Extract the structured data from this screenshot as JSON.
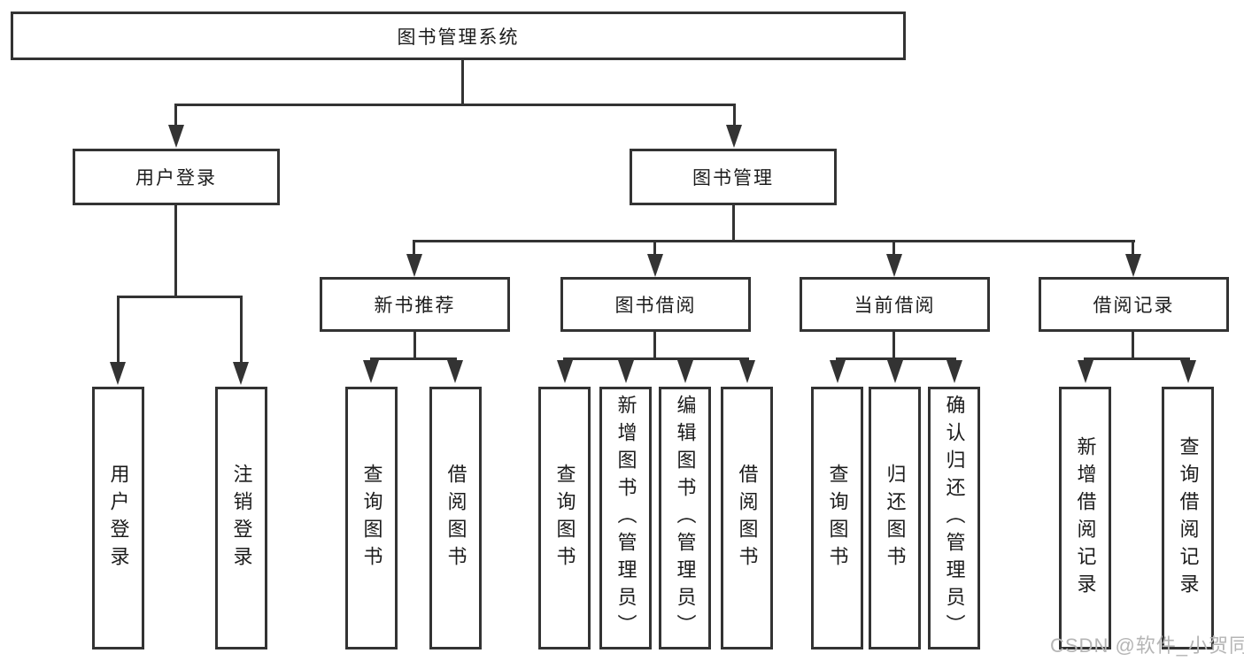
{
  "nodes": {
    "root": {
      "label": "图书管理系统"
    },
    "user_login": {
      "label": "用户登录"
    },
    "book_mgmt": {
      "label": "图书管理"
    },
    "new_book_rec": {
      "label": "新书推荐"
    },
    "book_borrow": {
      "label": "图书借阅"
    },
    "current_borrow": {
      "label": "当前借阅"
    },
    "borrow_record": {
      "label": "借阅记录"
    },
    "leaf_user_login": {
      "label": "用户登录"
    },
    "leaf_logout": {
      "label": "注销登录"
    },
    "leaf_query_book_a": {
      "label": "查询图书"
    },
    "leaf_borrow_book_a": {
      "label": "借阅图书"
    },
    "leaf_query_book_b": {
      "label": "查询图书"
    },
    "leaf_add_book": {
      "label": "新增图书（管理员）"
    },
    "leaf_edit_book": {
      "label": "编辑图书（管理员）"
    },
    "leaf_borrow_book_b": {
      "label": "借阅图书"
    },
    "leaf_query_book_c": {
      "label": "查询图书"
    },
    "leaf_return_book": {
      "label": "归还图书"
    },
    "leaf_confirm_return": {
      "label": "确认归还（管理员）"
    },
    "leaf_add_record": {
      "label": "新增借阅记录"
    },
    "leaf_query_record": {
      "label": "查询借阅记录"
    }
  },
  "watermark": {
    "text": "CSDN @软件_小贺同学"
  },
  "colors": {
    "line": "#333333",
    "box_border": "#333333",
    "text": "#1c1c1c",
    "watermark": "#b5b5b5",
    "background": "#ffffff"
  }
}
